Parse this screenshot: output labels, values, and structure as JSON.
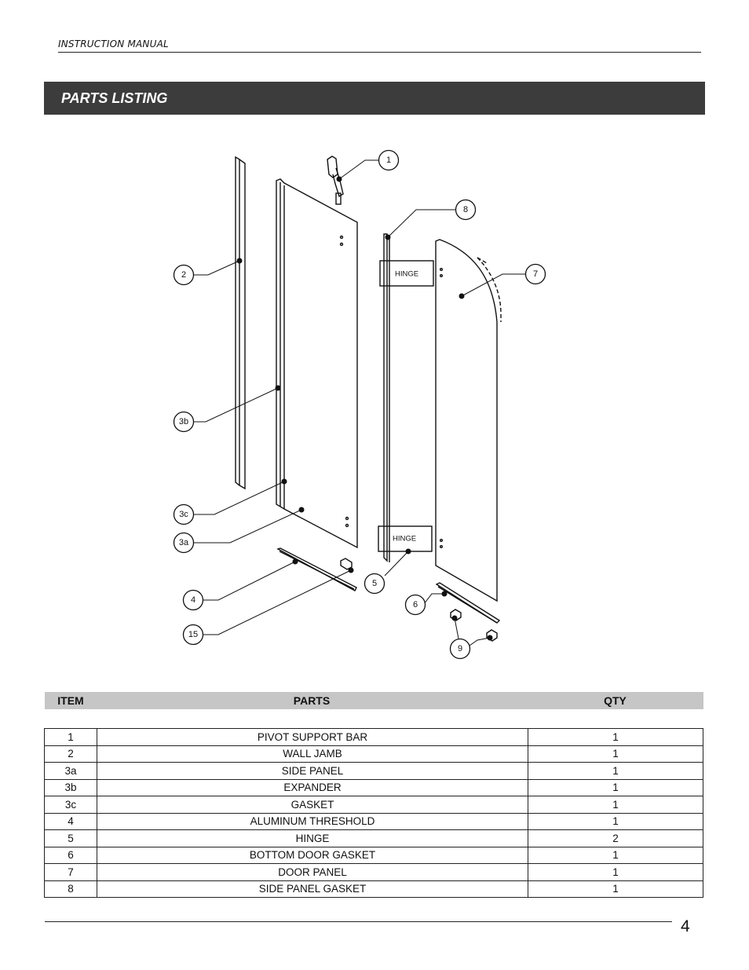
{
  "header": {
    "manual_label": "INSTRUCTION MANUAL"
  },
  "banner": {
    "title": "PARTS LISTING"
  },
  "diagram": {
    "callouts": [
      "1",
      "2",
      "3a",
      "3b",
      "3c",
      "4",
      "5",
      "6",
      "7",
      "8",
      "9",
      "15"
    ],
    "hinge_label_top": "HINGE",
    "hinge_label_bottom": "HINGE"
  },
  "table": {
    "headers": {
      "item": "ITEM",
      "parts": "PARTS",
      "qty": "QTY"
    },
    "rows": [
      {
        "item": "1",
        "part": "PIVOT SUPPORT BAR",
        "qty": "1"
      },
      {
        "item": "2",
        "part": "WALL JAMB",
        "qty": "1"
      },
      {
        "item": "3a",
        "part": "SIDE PANEL",
        "qty": "1"
      },
      {
        "item": "3b",
        "part": "EXPANDER",
        "qty": "1"
      },
      {
        "item": "3c",
        "part": "GASKET",
        "qty": "1"
      },
      {
        "item": "4",
        "part": "ALUMINUM THRESHOLD",
        "qty": "1"
      },
      {
        "item": "5",
        "part": "HINGE",
        "qty": "2"
      },
      {
        "item": "6",
        "part": "BOTTOM DOOR GASKET",
        "qty": "1"
      },
      {
        "item": "7",
        "part": "DOOR PANEL",
        "qty": "1"
      },
      {
        "item": "8",
        "part": "SIDE PANEL GASKET",
        "qty": "1"
      }
    ]
  },
  "footer": {
    "page_number": "4"
  }
}
